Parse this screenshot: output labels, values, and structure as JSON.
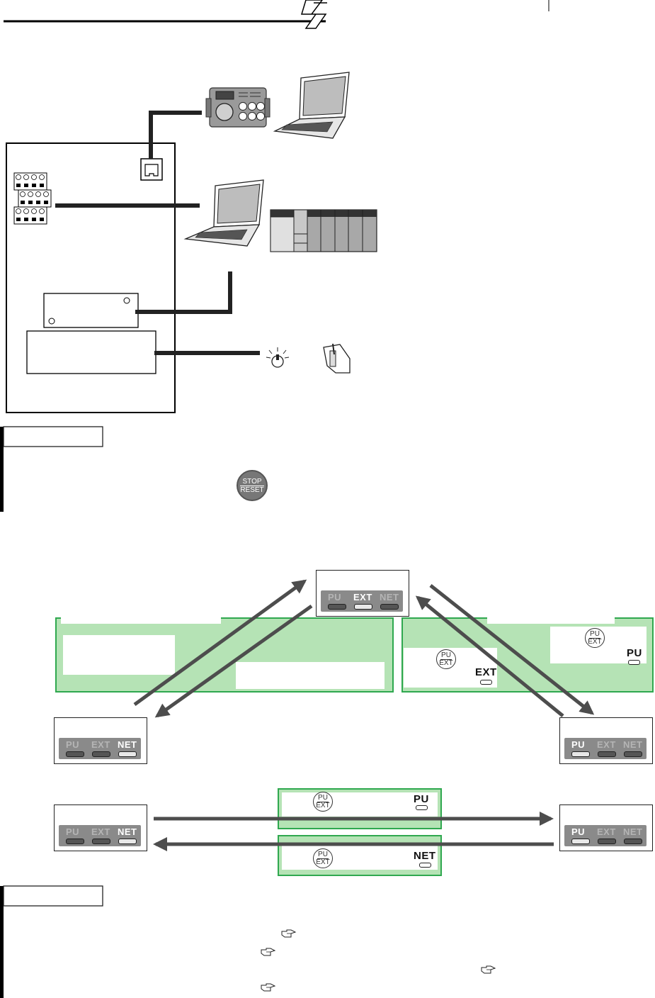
{
  "buttons": {
    "stop_reset": {
      "line1": "STOP",
      "line2": "RESET"
    },
    "pu_ext": {
      "top": "PU",
      "bottom": "EXT"
    }
  },
  "modes": {
    "pu": "PU",
    "ext": "EXT",
    "net": "NET"
  },
  "icons": [
    "parameter-unit-icon",
    "laptop-icon",
    "rj45-connector-icon",
    "terminal-block-icon",
    "plc-icon",
    "potentiometer-icon",
    "switch-icon",
    "hand-pointer-icon"
  ],
  "colors": {
    "green_fill": "#b5e3b5",
    "green_border": "#2fa84f",
    "arrow": "#4d4d4d",
    "display_bar": "#8a8a8a"
  }
}
